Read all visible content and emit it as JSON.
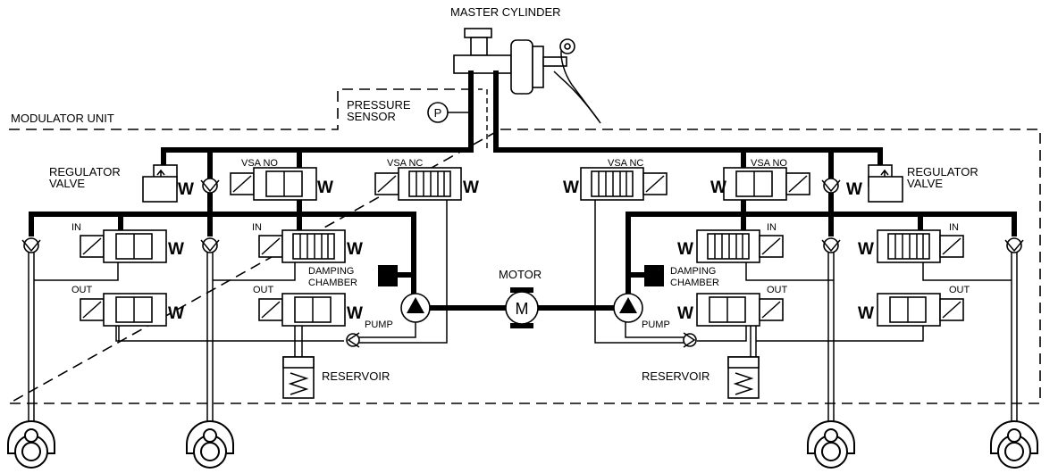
{
  "labels": {
    "master_cylinder": "MASTER CYLINDER",
    "modulator_unit": "MODULATOR UNIT",
    "pressure_sensor_1": "PRESSURE",
    "pressure_sensor_2": "SENSOR",
    "pressure_symbol": "P",
    "regulator_valve_1": "REGULATOR",
    "regulator_valve_2": "VALVE",
    "vsa_no": "VSA NO",
    "vsa_nc": "VSA NC",
    "in": "IN",
    "out": "OUT",
    "damping_chamber_1": "DAMPING",
    "damping_chamber_2": "CHAMBER",
    "motor": "MOTOR",
    "motor_symbol": "M",
    "pump": "PUMP",
    "reservoir": "RESERVOIR",
    "spring_symbol": "W"
  }
}
